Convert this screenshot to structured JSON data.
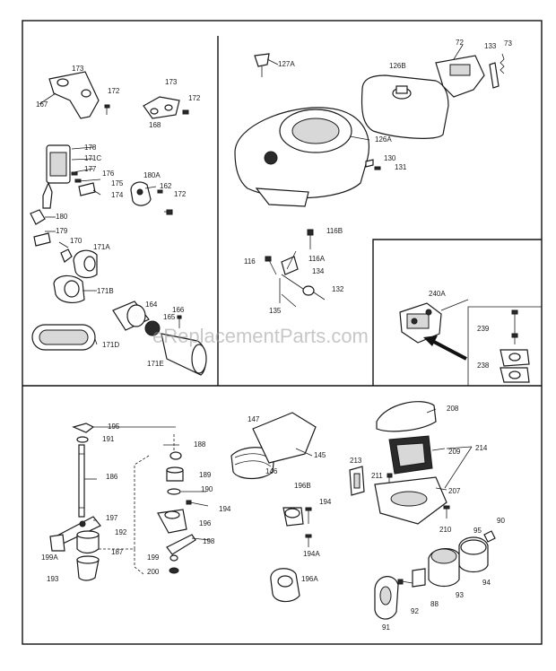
{
  "watermark": "eReplacementParts.com",
  "labels": {
    "l173a": "173",
    "l167": "167",
    "l172a": "172",
    "l173b": "173",
    "l172b": "172",
    "l168": "168",
    "l178": "178",
    "l171c": "171C",
    "l177": "177",
    "l176": "176",
    "l175": "175",
    "l174": "174",
    "l180a": "180A",
    "l162": "162",
    "l172c": "172",
    "l180": "180",
    "l179": "179",
    "l170": "170",
    "l171a": "171A",
    "l171b": "171B",
    "l164": "164",
    "l165": "165",
    "l166": "166",
    "l171d": "171D",
    "l171e": "171E",
    "l127a": "127A",
    "l126b": "126B",
    "l72": "72",
    "l133": "133",
    "l73": "73",
    "l126a": "126A",
    "l130": "130",
    "l131": "131",
    "l116b": "116B",
    "l116": "116",
    "l116a": "116A",
    "l134": "134",
    "l132": "132",
    "l135": "135",
    "l240a": "240A",
    "l239": "239",
    "l238": "238",
    "l195": "195",
    "l191": "191",
    "l186": "186",
    "l197": "197",
    "l192": "192",
    "l199a": "199A",
    "l187": "187",
    "l193": "193",
    "l188": "188",
    "l189": "189",
    "l190": "190",
    "l194a": "194",
    "l196": "196",
    "l198": "198",
    "l199": "199",
    "l200": "200",
    "l147": "147",
    "l145": "145",
    "l146": "146",
    "l196b": "196B",
    "l194b": "194",
    "l194c": "194A",
    "l196a": "196A",
    "l208": "208",
    "l209": "209",
    "l214": "214",
    "l213": "213",
    "l211": "211",
    "l207": "207",
    "l210": "210",
    "l90": "90",
    "l95": "95",
    "l94": "94",
    "l93": "93",
    "l88": "88",
    "l92": "92",
    "l91": "91"
  }
}
